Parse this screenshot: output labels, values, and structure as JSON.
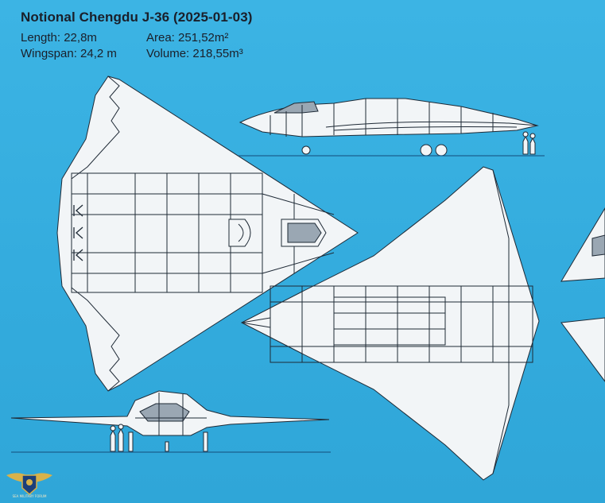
{
  "header": {
    "title": "Notional Chengdu J-36 (2025-01-03)",
    "specs": {
      "length": "Length: 22,8m",
      "area": "Area: 251,52m²",
      "wingspan": "Wingspan: 24,2 m",
      "volume": "Volume: 218,55m³"
    }
  },
  "logo": {
    "text": "SEA MILITARY FORUM"
  },
  "colors": {
    "background": "#35aee0",
    "airframe_fill": "#f2f5f7",
    "line": "#1f2a36",
    "ground_line": "#1b5f8e"
  }
}
